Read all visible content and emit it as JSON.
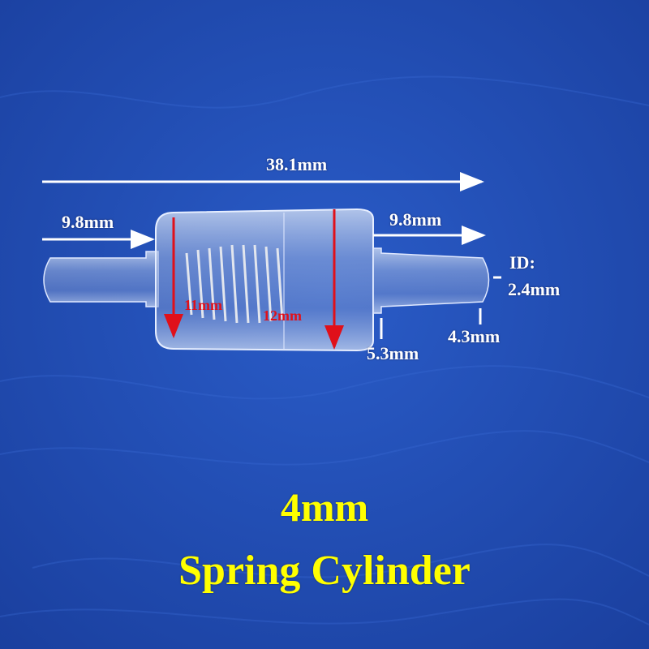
{
  "colors": {
    "background": "#1f4fb8",
    "title": "#ffff00",
    "dimension_text": "#ffffff",
    "inner_dimension_text": "#e0101a"
  },
  "labels": {
    "overall_length": "38.1mm",
    "left_barb_length": "9.8mm",
    "right_barb_length": "9.8mm",
    "inner_id_label": "ID:",
    "inner_id_value": "2.4mm",
    "outlet_diameter": "4.3mm",
    "shoulder_diameter": "5.3mm",
    "spring_chamber_diameter": "11mm",
    "body_diameter": "12mm"
  },
  "title": {
    "line1": "4mm",
    "line2": "Spring Cylinder"
  }
}
